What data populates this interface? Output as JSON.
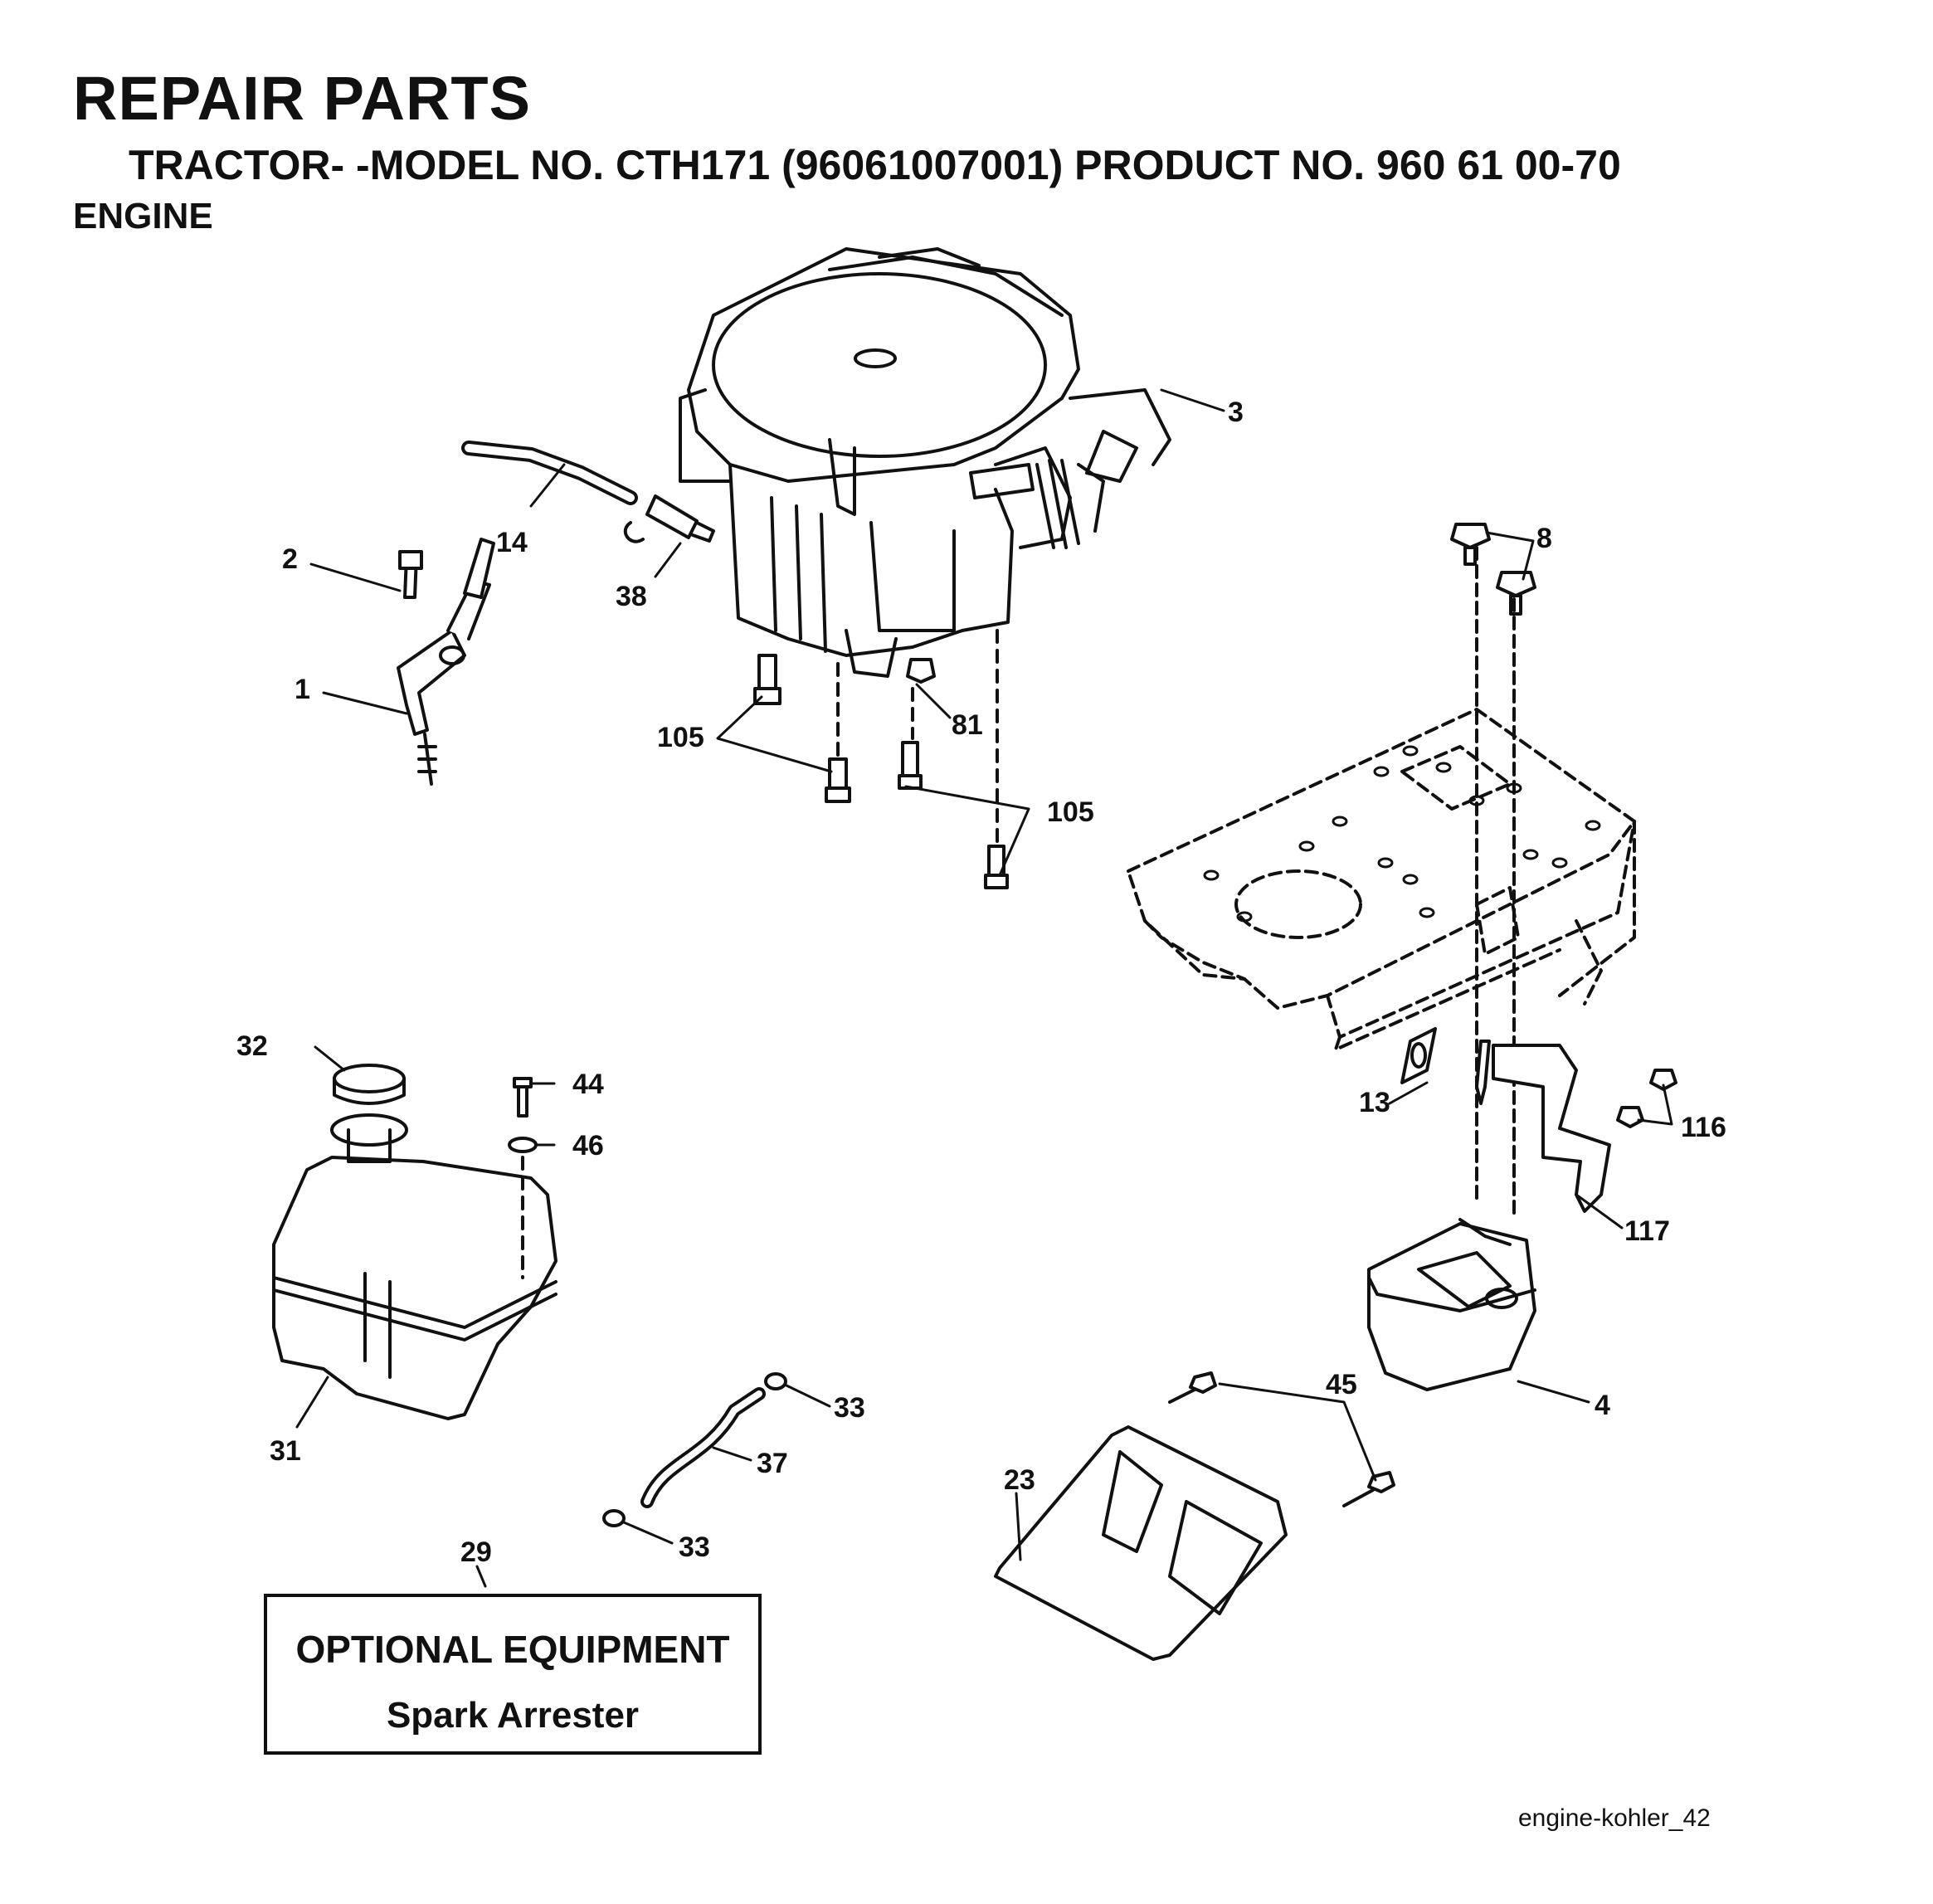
{
  "header": {
    "title": "REPAIR PARTS",
    "subtitle": "TRACTOR- -MODEL NO. CTH171 (96061007001) PRODUCT NO. 960 61 00-70",
    "section": "ENGINE"
  },
  "callouts": {
    "engine": "3",
    "fuel_line": "14",
    "screw_top": "2",
    "fuel_filter": "38",
    "bracket": "1",
    "nut": "81",
    "bolts_left": "105",
    "bolts_right": "105",
    "bolts_top": "8",
    "gasket": "13",
    "nuts_exhaust": "116",
    "exhaust_pipe": "117",
    "muffler": "4",
    "cap": "32",
    "tank_screw": "44",
    "washer": "46",
    "tank": "31",
    "clamp_top": "33",
    "hose": "37",
    "clamp_bottom": "33",
    "shield_bolts": "45",
    "shield": "23",
    "optional": "29"
  },
  "optional_box": {
    "heading": "OPTIONAL EQUIPMENT",
    "item": "Spark Arrester"
  },
  "figure_id": "engine-kohler_42"
}
